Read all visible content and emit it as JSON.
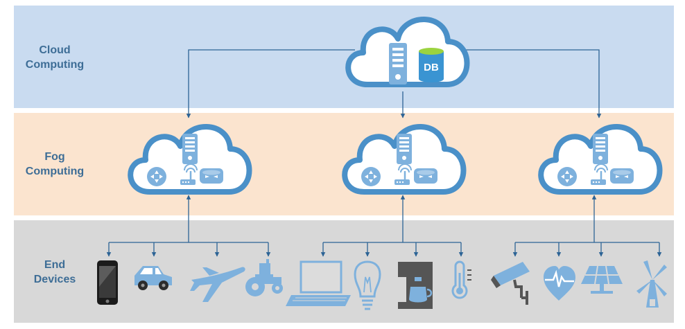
{
  "layers": {
    "cloud": {
      "line1": "Cloud",
      "line2": "Computing"
    },
    "fog": {
      "line1": "Fog",
      "line2": "Computing"
    },
    "end": {
      "line1": "End",
      "line2": "Devices"
    }
  },
  "cloud_node": {
    "db_label": "DB"
  },
  "colors": {
    "cloud_band": "#c9dbf0",
    "fog_band": "#fbe4cf",
    "end_band": "#d8d8d8",
    "cloud_stroke": "#4a90c8",
    "icon_blue": "#7eb1dd",
    "connector": "#2c6395",
    "label_text": "#3d6d96"
  },
  "device_groups": [
    {
      "devices": [
        "smartphone-icon",
        "car-icon",
        "airplane-icon",
        "tractor-icon"
      ]
    },
    {
      "devices": [
        "laptop-icon",
        "lightbulb-icon",
        "coffee-machine-icon",
        "thermometer-icon"
      ]
    },
    {
      "devices": [
        "security-camera-icon",
        "heart-rate-icon",
        "solar-panel-icon",
        "windmill-icon"
      ]
    }
  ]
}
